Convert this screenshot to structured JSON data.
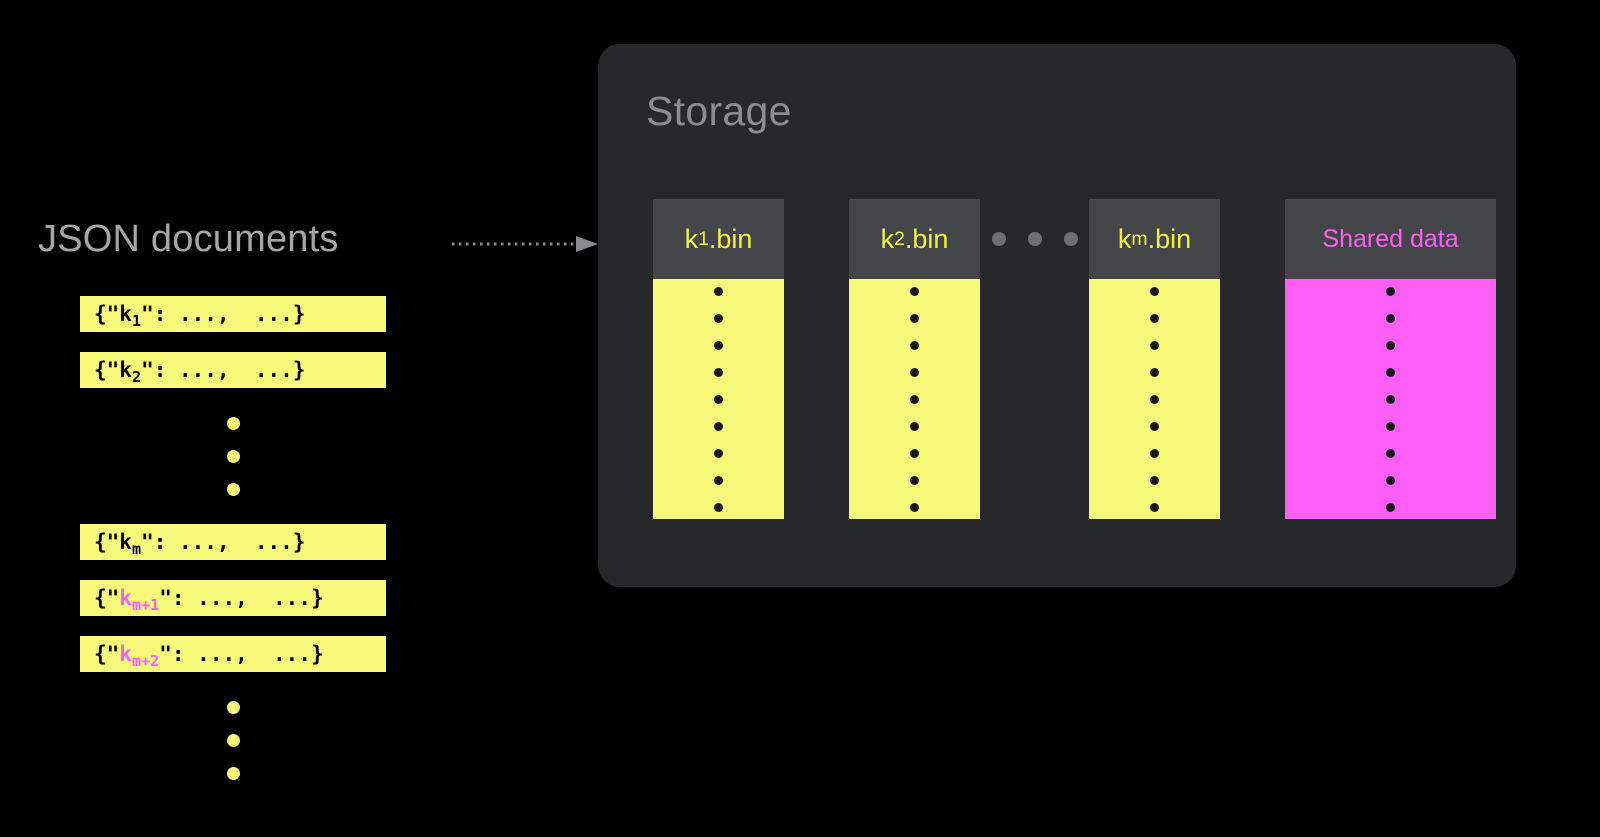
{
  "diagram": {
    "background_color": "#000000",
    "accent_yellow": "#f8f87a",
    "accent_magenta": "#ff5ef7",
    "panel_color": "#27282c",
    "header_color": "#444549"
  },
  "left": {
    "title": "JSON documents",
    "documents": [
      {
        "prefix": "{\"",
        "key": "k",
        "subscript": "1",
        "suffix": "\": ...,  ...}",
        "key_color": "black"
      },
      {
        "prefix": "{\"",
        "key": "k",
        "subscript": "2",
        "suffix": "\": ...,  ...}",
        "key_color": "black"
      },
      {
        "ellipsis": true,
        "dots": 3
      },
      {
        "prefix": "{\"",
        "key": "k",
        "subscript": "m",
        "suffix": "\": ...,  ...}",
        "key_color": "black"
      },
      {
        "prefix": "{\"",
        "key": "k",
        "subscript": "m+1",
        "suffix": "\": ...,  ...}",
        "key_color": "magenta"
      },
      {
        "prefix": "{\"",
        "key": "k",
        "subscript": "m+2",
        "suffix": "\": ...,  ...}",
        "key_color": "magenta"
      },
      {
        "ellipsis": true,
        "dots": 3
      }
    ]
  },
  "arrow": {
    "style": "dotted",
    "color": "#8a8a8e",
    "direction": "right",
    "label": ""
  },
  "storage": {
    "title": "Storage",
    "bins": [
      {
        "label_base": "k",
        "label_sub": "1",
        "label_ext": ".bin",
        "color": "yellow",
        "dots": 9
      },
      {
        "label_base": "k",
        "label_sub": "2",
        "label_ext": ".bin",
        "color": "yellow",
        "dots": 9
      },
      {
        "gap": true,
        "dots": 3
      },
      {
        "label_base": "k",
        "label_sub": "m",
        "label_ext": ".bin",
        "color": "yellow",
        "dots": 9
      },
      {
        "label_base": "Shared data",
        "label_sub": "",
        "label_ext": "",
        "color": "magenta",
        "dots": 9
      }
    ]
  }
}
